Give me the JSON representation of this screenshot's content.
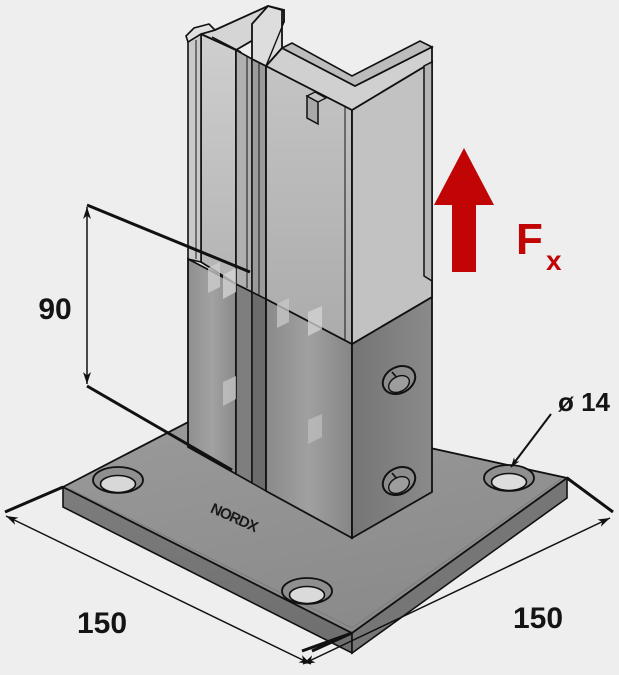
{
  "drawing": {
    "title": "Strut channel post base — isometric technical drawing",
    "background_color": "#eeeeee",
    "line_color": "#111111",
    "metal_color": "#8e8e8e"
  },
  "dimensions": {
    "height": {
      "value": "90",
      "name": "post-height-dimension",
      "orientation": "vertical",
      "unit_implied": "mm"
    },
    "width_left": {
      "value": "150",
      "name": "base-plate-width-left-dimension",
      "orientation": "diagonal",
      "unit_implied": "mm"
    },
    "width_right": {
      "value": "150",
      "name": "base-plate-width-right-dimension",
      "orientation": "diagonal",
      "unit_implied": "mm"
    },
    "hole_diameter": {
      "value": "ø 14",
      "name": "hole-diameter-callout",
      "unit_implied": "mm"
    }
  },
  "force_annotation": {
    "label_main": "F",
    "label_sub": "x",
    "color": "#c10505",
    "direction": "up",
    "arrow_name": "force-arrow-up"
  },
  "branding": {
    "stamp_text": "NORDX"
  },
  "part": {
    "type": "post base",
    "profile": "back-to-back strut channel",
    "plate_holes": 4,
    "flange_holes": 4
  }
}
